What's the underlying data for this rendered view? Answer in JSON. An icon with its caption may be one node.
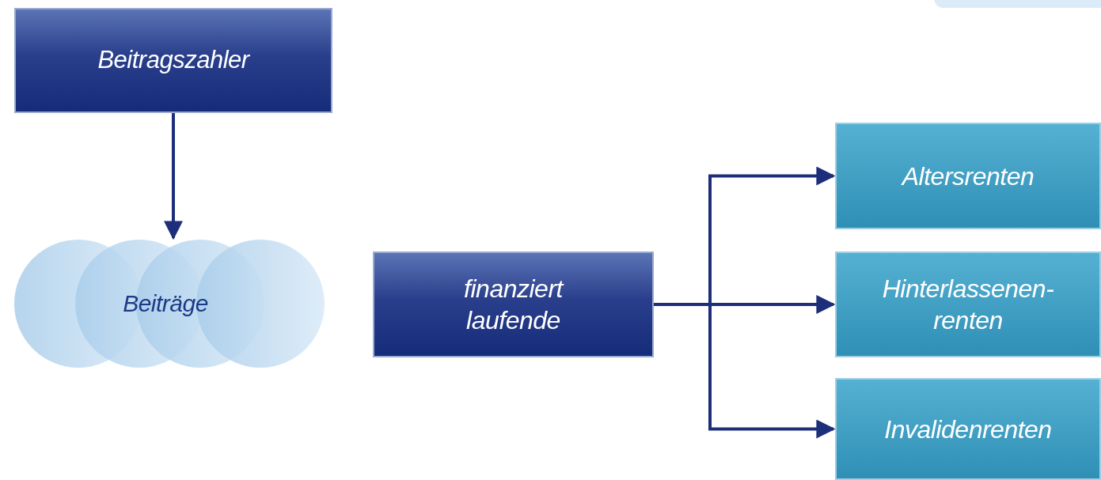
{
  "diagram": {
    "nodes": [
      {
        "text": [
          "Beitragszahler"
        ]
      },
      {
        "text": [
          "Beiträge"
        ]
      },
      {
        "text": [
          "finanziert laufende"
        ]
      },
      {
        "text": [
          "Altersrenten"
        ]
      },
      {
        "text": [
          "Hinterlassenen- renten"
        ]
      },
      {
        "text": [
          "Invalidenrenten"
        ]
      }
    ],
    "edges": [
      {
        "from": 0,
        "to": 1,
        "arrow": "to"
      },
      {
        "from": 2,
        "to": 3,
        "arrow": "to"
      },
      {
        "from": 2,
        "to": 4,
        "arrow": "to"
      },
      {
        "from": 2,
        "to": 5,
        "arrow": "to"
      }
    ]
  }
}
